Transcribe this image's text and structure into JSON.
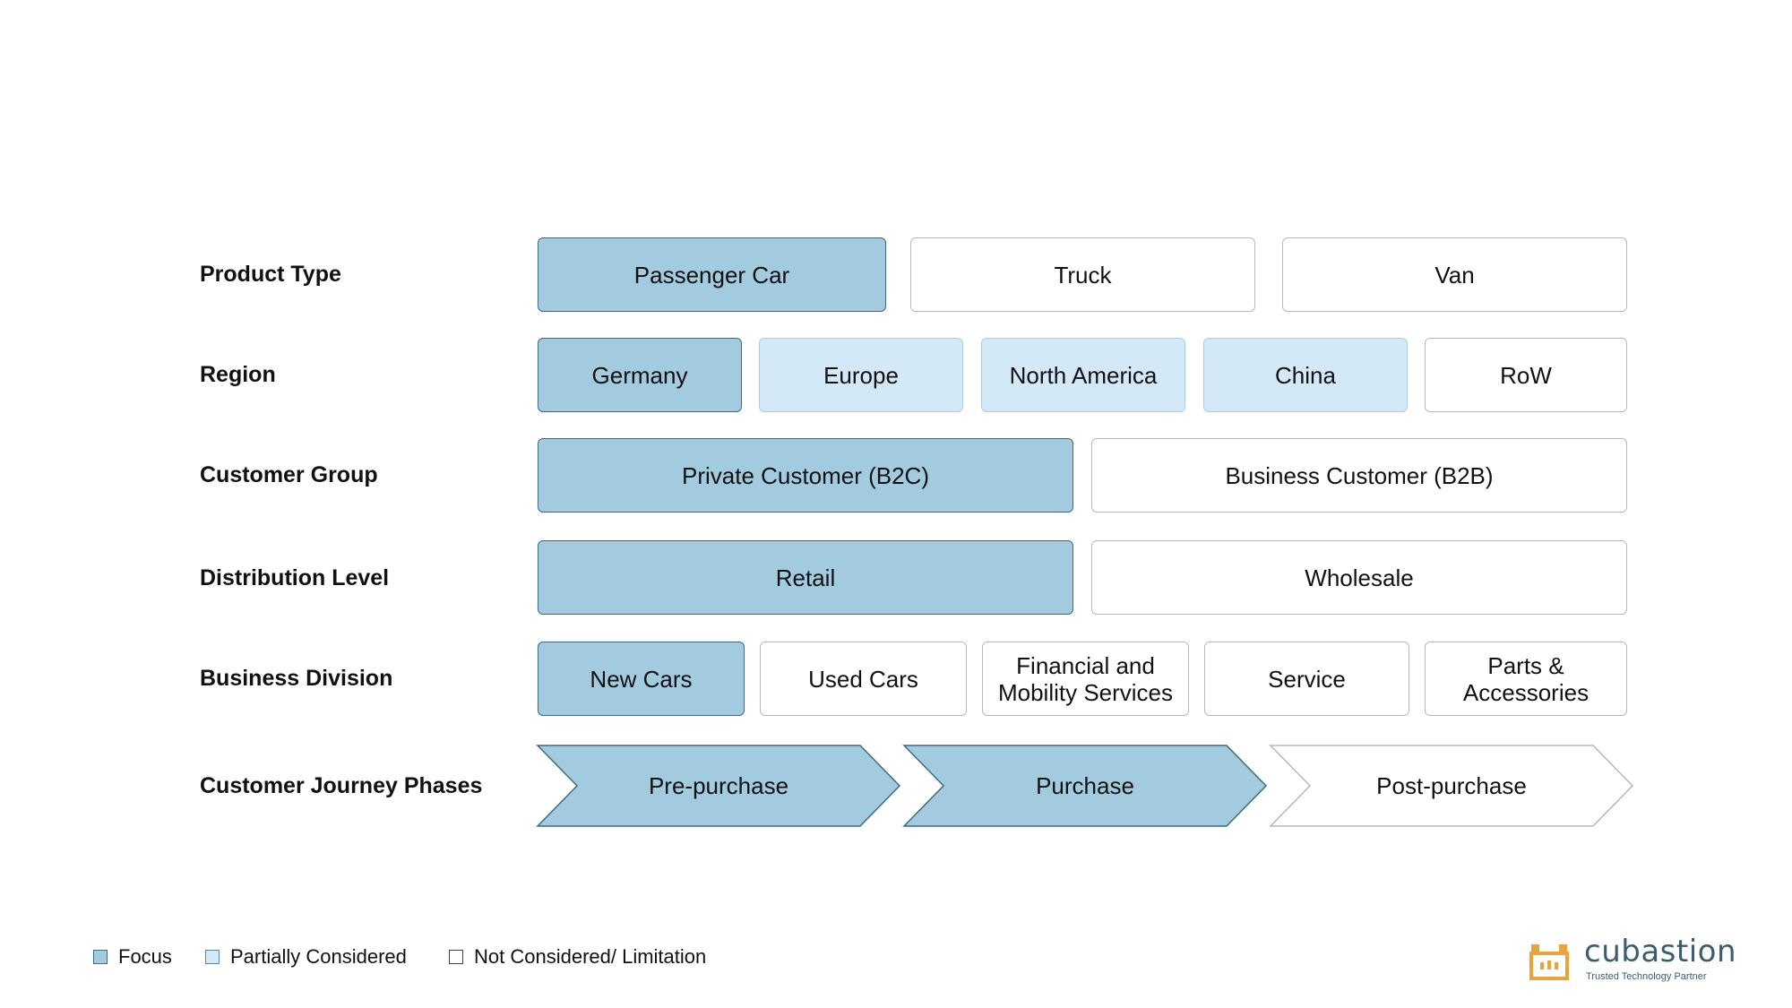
{
  "rows": {
    "product_type": {
      "label": "Product Type",
      "cells": [
        {
          "text": "Passenger Car",
          "status": "focus"
        },
        {
          "text": "Truck",
          "status": "none"
        },
        {
          "text": "Van",
          "status": "none"
        }
      ]
    },
    "region": {
      "label": "Region",
      "cells": [
        {
          "text": "Germany",
          "status": "focus"
        },
        {
          "text": "Europe",
          "status": "partial"
        },
        {
          "text": "North America",
          "status": "partial"
        },
        {
          "text": "China",
          "status": "partial"
        },
        {
          "text": "RoW",
          "status": "none"
        }
      ]
    },
    "customer_group": {
      "label": "Customer Group",
      "cells": [
        {
          "text": "Private Customer (B2C)",
          "status": "focus"
        },
        {
          "text": "Business Customer (B2B)",
          "status": "none"
        }
      ]
    },
    "distribution_level": {
      "label": "Distribution Level",
      "cells": [
        {
          "text": "Retail",
          "status": "focus"
        },
        {
          "text": "Wholesale",
          "status": "none"
        }
      ]
    },
    "business_division": {
      "label": "Business Division",
      "cells": [
        {
          "text": "New Cars",
          "status": "focus"
        },
        {
          "text": "Used Cars",
          "status": "none"
        },
        {
          "lines": [
            "Financial and",
            "Mobility Services"
          ],
          "status": "none"
        },
        {
          "text": "Service",
          "status": "none"
        },
        {
          "lines": [
            "Parts &",
            "Accessories"
          ],
          "status": "none"
        }
      ]
    },
    "journey": {
      "label": "Customer Journey Phases",
      "phases": [
        {
          "text": "Pre-purchase",
          "status": "focus"
        },
        {
          "text": "Purchase",
          "status": "focus"
        },
        {
          "text": "Post-purchase",
          "status": "none"
        }
      ]
    }
  },
  "legend": {
    "focus": "Focus",
    "partial": "Partially Considered",
    "none": "Not Considered/ Limitation"
  },
  "logo": {
    "name": "cubastion",
    "tagline": "Trusted Technology Partner",
    "icon": "cubastion-logo-icon"
  },
  "colors": {
    "focus_fill": "#a3cbdf",
    "focus_border": "#3d6b80",
    "partial_fill": "#d3e9f8",
    "none_fill": "#ffffff",
    "logo_orange": "#e8a43a"
  }
}
